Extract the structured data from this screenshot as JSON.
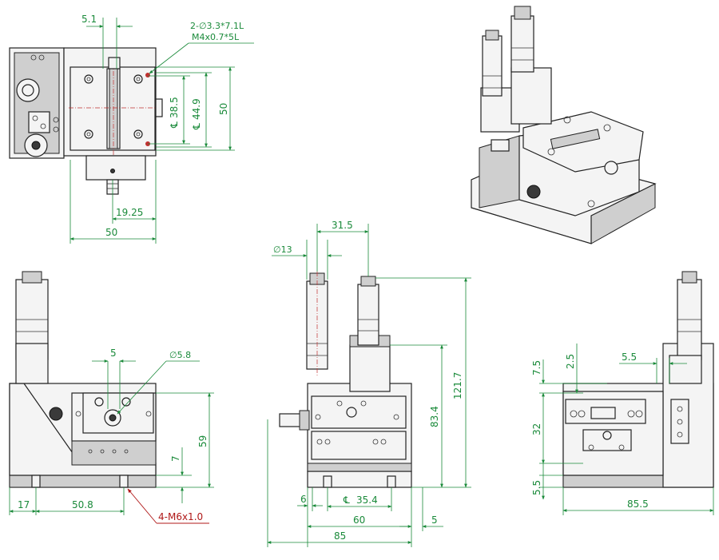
{
  "colors": {
    "dimension": "#1a8a3a",
    "callout": "#b01818",
    "outline": "#222222"
  },
  "top_view": {
    "dim_5_1": "5.1",
    "hole_note_1": "2-∅3.3*7.1L",
    "hole_note_2": "M4x0.7*5L",
    "dim_38_5": "38.5",
    "dim_44_9": "44.9",
    "dim_50_vertical": "50",
    "dim_19_25": "19.25",
    "dim_50_horizontal": "50",
    "centerline_symbol": "℄"
  },
  "left_view": {
    "dim_5": "5",
    "dim_dia_5_8": "∅5.8",
    "dim_59": "59",
    "dim_7": "7",
    "dim_17": "17",
    "dim_50_8": "50.8",
    "thread_callout": "4-M6x1.0"
  },
  "front_view": {
    "dim_dia_13": "∅13",
    "dim_31_5": "31.5",
    "dim_121_7": "121.7",
    "dim_83_4": "83.4",
    "dim_6": "6",
    "dim_35_4": "35.4",
    "dim_60": "60",
    "dim_5": "5",
    "dim_85": "85",
    "centerline_symbol": "℄"
  },
  "right_view": {
    "dim_7_5": "7.5",
    "dim_2_5": "2.5",
    "dim_5_5_top": "5.5",
    "dim_32": "32",
    "dim_5_5_bottom": "5.5",
    "dim_85_5": "85.5"
  }
}
